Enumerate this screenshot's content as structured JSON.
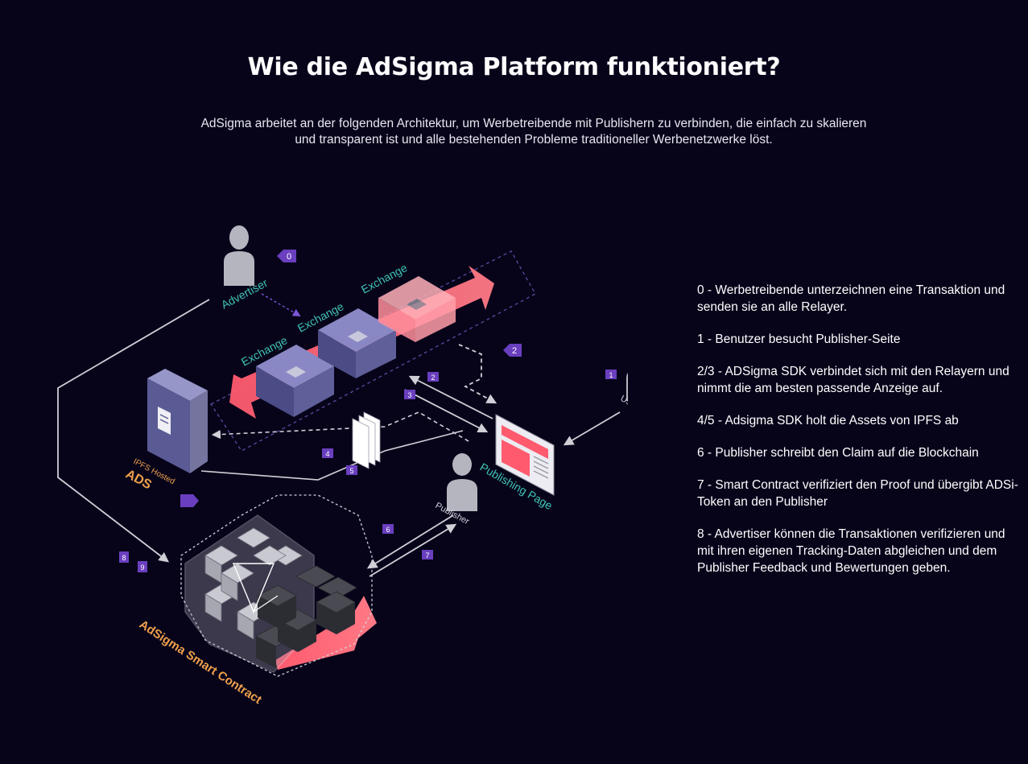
{
  "title": "Wie die AdSigma Platform funktioniert?",
  "intro": "AdSigma arbeitet an der folgenden Architektur, um Werbetreibende mit Publishern zu verbinden, die einfach zu skalieren und transparent ist und alle bestehenden Probleme traditioneller Werbenetzwerke löst.",
  "diagram": {
    "labels": {
      "advertiser": "Advertiser",
      "exchange": "Exchange",
      "user": "User",
      "publishing_page": "Publishing Page",
      "publisher": "Publisher",
      "ipfs_hosted": "IPFS Hosted",
      "ads": "ADS",
      "smart_contract": "AdSigma Smart Contract"
    },
    "badges": {
      "b0": "0",
      "b1": "1",
      "b2": "2",
      "b2s": "2",
      "b3": "3",
      "b4": "4",
      "b5": "5",
      "b6": "6",
      "b7": "7",
      "b8": "8",
      "b9": "9"
    },
    "colors": {
      "background": "#07041a",
      "arrow_red": "#ff5a6e",
      "badge_purple": "#6a3fbf",
      "teal_label": "#3fc4b5",
      "orange_label": "#f0a04b",
      "block_blue": "#5f5f99"
    }
  },
  "steps": [
    "0 - Werbetreibende unterzeichnen eine Transaktion und senden sie an alle Relayer.",
    "1 - Benutzer besucht Publisher-Seite",
    "2/3 - ADSigma SDK verbindet sich mit den Relayern und nimmt die am besten passende Anzeige auf.",
    "4/5 - Adsigma SDK holt die Assets von IPFS ab",
    "6 - Publisher schreibt den Claim auf die Blockchain",
    "7 - Smart Contract verifiziert den Proof und übergibt ADSi-Token an den Publisher",
    "8 - Advertiser können die Transaktionen verifizieren und mit ihren eigenen Tracking-Daten abgleichen und dem Publisher Feedback und Bewertungen geben."
  ]
}
